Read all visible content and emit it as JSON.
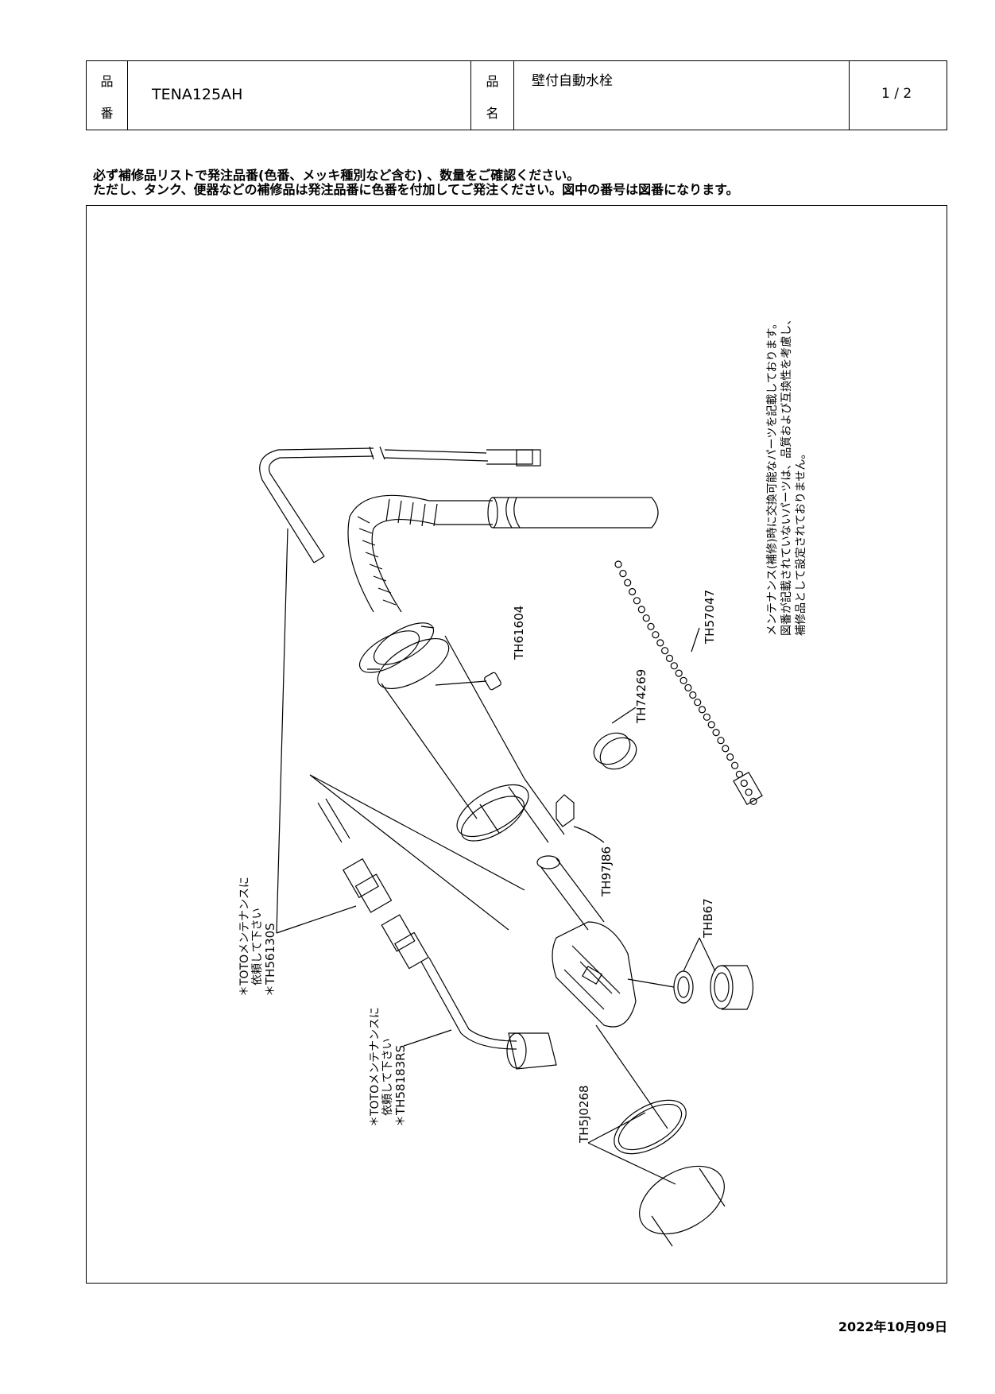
{
  "header": {
    "part_no_label_top": "品",
    "part_no_label_bottom": "番",
    "part_no": "TENA125AH",
    "name_label_top": "品",
    "name_label_bottom": "名",
    "name": "壁付自動水栓",
    "page": "1 / 2"
  },
  "notes": [
    "必ず補修品リストで発注品番(色番、メッキ種別など含む) 、数量をご確認ください。",
    "ただし、タンク、便器などの補修品は発注品番に色番を付加してご発注ください。図中の番号は図番になります。"
  ],
  "side_note": [
    "メンテナンス(補修)時に交換可能なパーツを記載しております。",
    "図番が記載されていないパーツは、品質および互換性を考慮し、",
    "補修品として設定されておりません。"
  ],
  "parts": {
    "th61604": "TH61604",
    "th57047": "TH57047",
    "th74269": "TH74269",
    "th97j86": "TH97J86",
    "thb67": "THB67",
    "th5j0268": "TH5J0268",
    "th56130s": "＊TH56130S",
    "th56130s_note1": "＊TOTOメンテナンスに",
    "th56130s_note2": "依頼して下さい",
    "th58183rs": "＊TH58183RS",
    "th58183rs_note1": "＊TOTOメンテナンスに",
    "th58183rs_note2": "依頼して下さい"
  },
  "date": "2022年10月09日"
}
